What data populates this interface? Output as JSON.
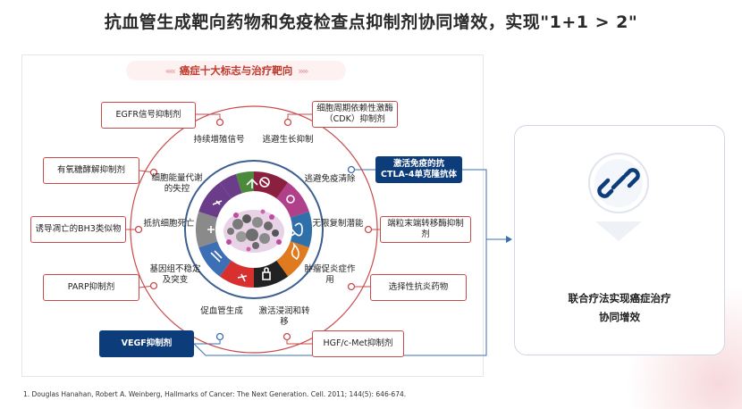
{
  "title": "抗血管生成靶向药物和免疫检查点抑制剂协同增效，实现\"1+1 > 2\"",
  "banner": {
    "left_chevrons": "‹‹‹‹",
    "text": "癌症十大标志与治疗靶向",
    "right_chevrons": "››››"
  },
  "hallmarks": {
    "sustain_proliferation": "持续增殖信号",
    "evade_growth_suppressors": "逃避生长抑制",
    "avoid_immune_destruction": "逃避免疫清除",
    "replicative_immortality": "无限复制潜能",
    "tumor_inflammation": "肿瘤促炎症作用",
    "invasion_metastasis": "激活浸润和转移",
    "angiogenesis": "促血管生成",
    "genome_instability": "基因组不稳定及突变",
    "resist_cell_death": "抵抗细胞死亡",
    "deregulate_energetics": "细胞能量代谢的失控"
  },
  "therapies": {
    "egfr": "EGFR信号抑制剂",
    "cdk": "细胞周期依赖性激酶（CDK）抑制剂",
    "ctla4": "激活免疫的抗CTLA-4单克隆抗体",
    "telomerase": "端粒末端转移酶抑制剂",
    "anti_inflammatory": "选择性抗炎药物",
    "hgf": "HGF/c-Met抑制剂",
    "vegf": "VEGF抑制剂",
    "parp": "PARP抑制剂",
    "bh3": "诱导凋亡的BH3类似物",
    "glycolysis": "有氧糖酵解抑制剂"
  },
  "right": {
    "line1": "联合疗法实现癌症治疗",
    "line2": "协同增效",
    "icon": "link-icon"
  },
  "footnote": "1. Douglas Hanahan, Robert A. Weinberg, Hallmarks of Cancer: The Next Generation. Cell. 2011; 144(5): 646-674.",
  "colors": {
    "accent_red": "#c94a4a",
    "accent_navy": "#0c3c7a",
    "connector_blue": "#3a6fb0"
  }
}
